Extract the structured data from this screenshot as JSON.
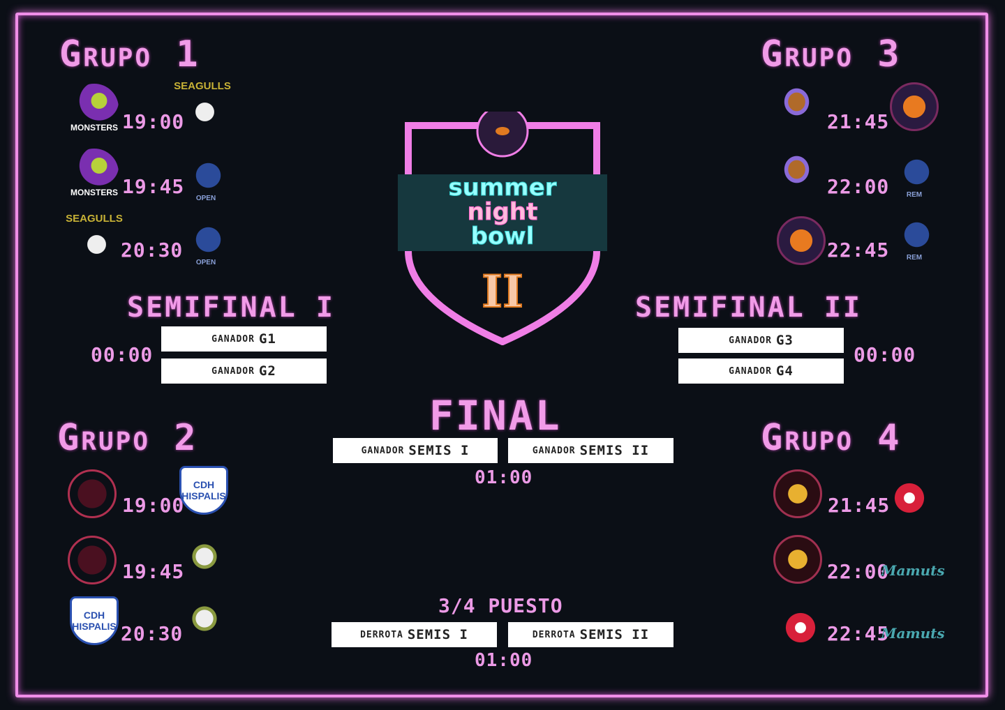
{
  "groups": [
    {
      "title": "Grupo 1",
      "matches": [
        {
          "home": "MONSTERS",
          "time": "19:00",
          "away": "SEAGULLS"
        },
        {
          "home": "MONSTERS",
          "time": "19:45",
          "away": "OPEN"
        },
        {
          "home": "SEAGULLS",
          "time": "20:30",
          "away": "OPEN"
        }
      ]
    },
    {
      "title": "Grupo 2",
      "matches": [
        {
          "home": "",
          "time": "19:00",
          "away": "CDH HISPALIS"
        },
        {
          "home": "",
          "time": "19:45",
          "away": ""
        },
        {
          "home": "CDH HISPALIS",
          "time": "20:30",
          "away": ""
        }
      ]
    },
    {
      "title": "Grupo 3",
      "matches": [
        {
          "home": "",
          "time": "21:45",
          "away": ""
        },
        {
          "home": "",
          "time": "22:00",
          "away": "REM"
        },
        {
          "home": "",
          "time": "22:45",
          "away": "REM"
        }
      ]
    },
    {
      "title": "Grupo 4",
      "matches": [
        {
          "home": "",
          "time": "21:45",
          "away": ""
        },
        {
          "home": "",
          "time": "22:00",
          "away": "Mamuts"
        },
        {
          "home": "",
          "time": "22:45",
          "away": "Mamuts"
        }
      ]
    }
  ],
  "logo": {
    "line1": "summer",
    "line2": "night",
    "line3": "bowl",
    "edition": "II"
  },
  "semi1": {
    "title": "SEMIFINAL I",
    "time": "00:00",
    "slots": [
      {
        "pre": "GANADOR",
        "main": "G1"
      },
      {
        "pre": "GANADOR",
        "main": "G2"
      }
    ]
  },
  "semi2": {
    "title": "SEMIFINAL II",
    "time": "00:00",
    "slots": [
      {
        "pre": "GANADOR",
        "main": "G3"
      },
      {
        "pre": "GANADOR",
        "main": "G4"
      }
    ]
  },
  "final": {
    "title": "FINAL",
    "time": "01:00",
    "slots": [
      {
        "pre": "GANADOR",
        "main": "SEMIS I"
      },
      {
        "pre": "GANADOR",
        "main": "SEMIS II"
      }
    ]
  },
  "third": {
    "title": "3/4 PUESTO",
    "time": "01:00",
    "slots": [
      {
        "pre": "DERROTA",
        "main": "SEMIS I"
      },
      {
        "pre": "DERROTA",
        "main": "SEMIS II"
      }
    ]
  },
  "colors": {
    "accent": "#f08ee8",
    "background": "#0b0f16"
  }
}
